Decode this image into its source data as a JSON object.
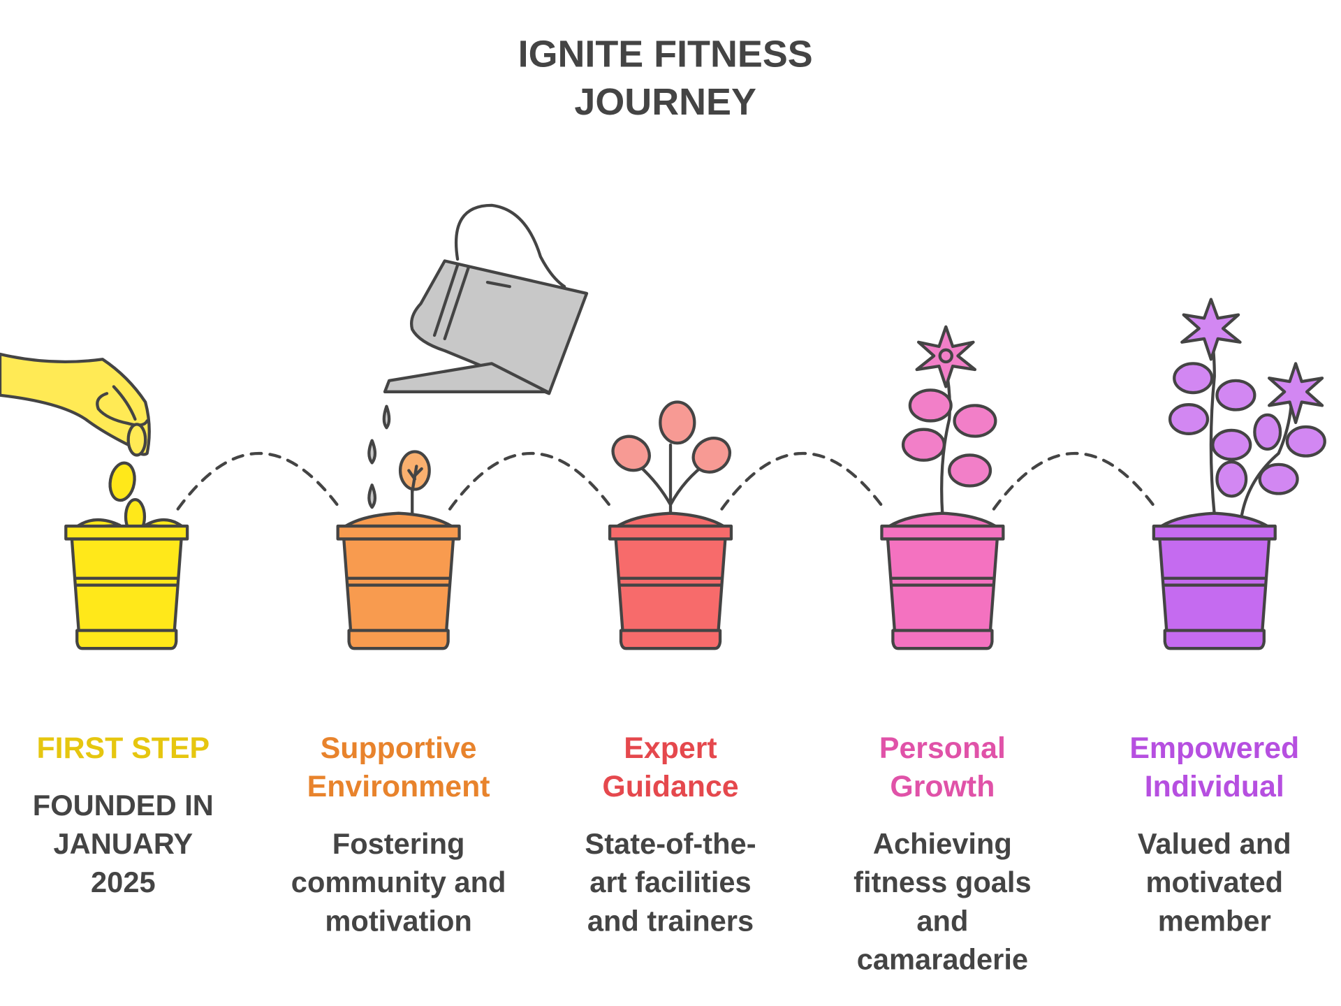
{
  "title": {
    "line1": "IGNITE FITNESS",
    "line2": "JOURNEY"
  },
  "stages": [
    {
      "title": [
        "FIRST STEP"
      ],
      "description": [
        "FOUNDED IN",
        "JANUARY",
        "2025"
      ],
      "color": "#E6C60F",
      "pot_color": "#FFE81A",
      "icon": "hand-planting-seeds-icon"
    },
    {
      "title": [
        "Supportive",
        "Environment"
      ],
      "description": [
        "Fostering",
        "community and",
        "motivation"
      ],
      "color": "#E8832C",
      "pot_color": "#F89B4F",
      "icon": "watering-can-sprout-icon"
    },
    {
      "title": [
        "Expert",
        "Guidance"
      ],
      "description": [
        "State-of-the-",
        "art facilities",
        "and trainers"
      ],
      "color": "#E5484D",
      "pot_color": "#F76B6B",
      "icon": "young-plant-icon"
    },
    {
      "title": [
        "Personal",
        "Growth"
      ],
      "description": [
        "Achieving",
        "fitness goals",
        "and",
        "camaraderie"
      ],
      "color": "#E052A8",
      "pot_color": "#F472C0",
      "icon": "flowering-plant-icon"
    },
    {
      "title": [
        "Empowered",
        "Individual"
      ],
      "description": [
        "Valued and",
        "motivated",
        "member"
      ],
      "color": "#B64FE0",
      "pot_color": "#C56BF0",
      "icon": "full-bloom-plant-icon"
    }
  ]
}
